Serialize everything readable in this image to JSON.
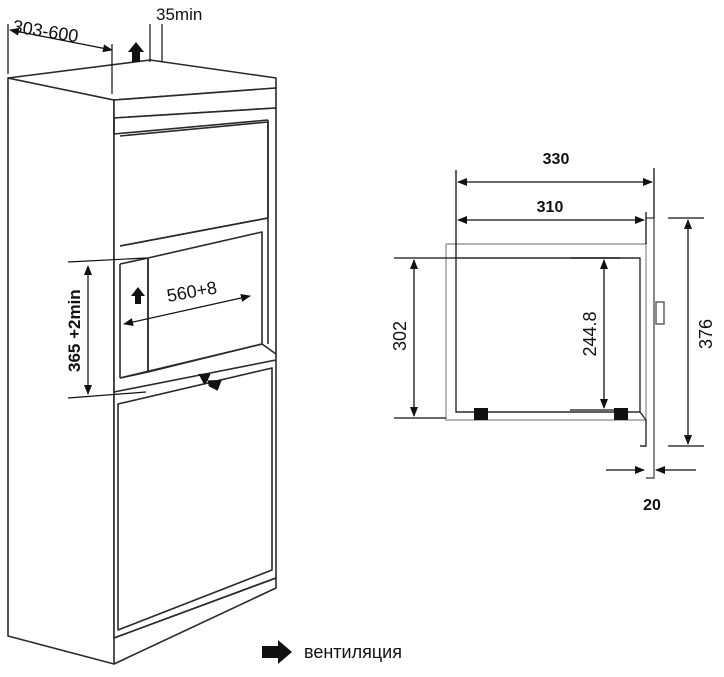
{
  "cabinet": {
    "depth_label": "303-600",
    "top_gap_label": "35min",
    "niche_width_label": "560+8",
    "niche_height_label": "365 +2min"
  },
  "side_view": {
    "outer_depth_label": "330",
    "inner_depth_label": "310",
    "body_height_label": "302",
    "inner_height_label": "244.8",
    "frame_height_label": "376",
    "frame_thickness_label": "20"
  },
  "legend": {
    "label": "вентиляция",
    "icon": "arrow-right-icon"
  },
  "colors": {
    "line": "#2a2a2a",
    "hatch_gray": "#b8b8b8",
    "arrow": "#111111"
  }
}
